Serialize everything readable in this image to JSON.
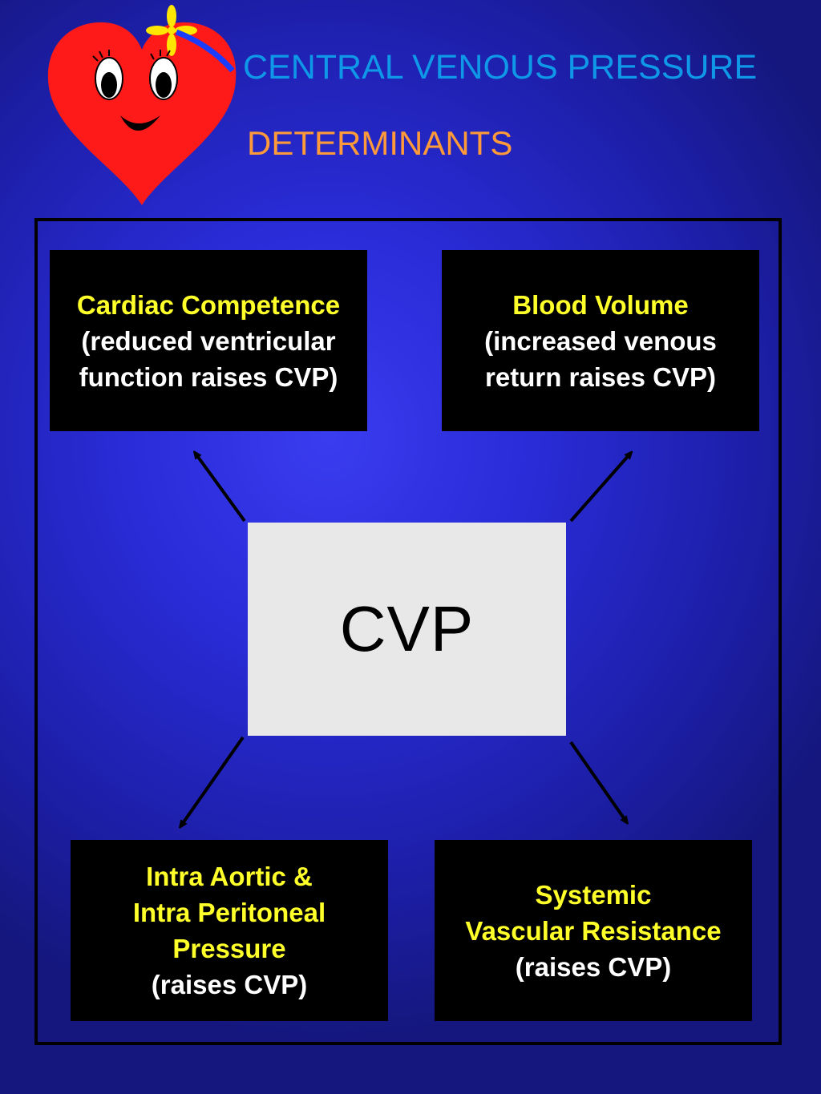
{
  "header": {
    "title": "CENTRAL VENOUS PRESSURE",
    "subtitle": "DETERMINANTS"
  },
  "center": {
    "label": "CVP"
  },
  "boxes": {
    "top_left": {
      "heading": "Cardiac Competence",
      "line2": "(reduced ventricular",
      "line3": "function raises CVP)"
    },
    "top_right": {
      "heading": "Blood Volume",
      "line2": "(increased venous",
      "line3": "return raises CVP)"
    },
    "bottom_left": {
      "line1": "Intra Aortic &",
      "line2": "Intra Peritoneal",
      "line3": "Pressure",
      "line4": "(raises CVP)"
    },
    "bottom_right": {
      "line1": "Systemic",
      "line2": "Vascular Resistance",
      "line3": "(raises CVP)"
    }
  },
  "colors": {
    "title": "#0f97e8",
    "subtitle": "#ff9a3a",
    "heading_text": "#ffff2a",
    "body_text": "#ffffff",
    "background": "#2a2cd8"
  },
  "icons": [
    "heart-mascot-icon"
  ]
}
